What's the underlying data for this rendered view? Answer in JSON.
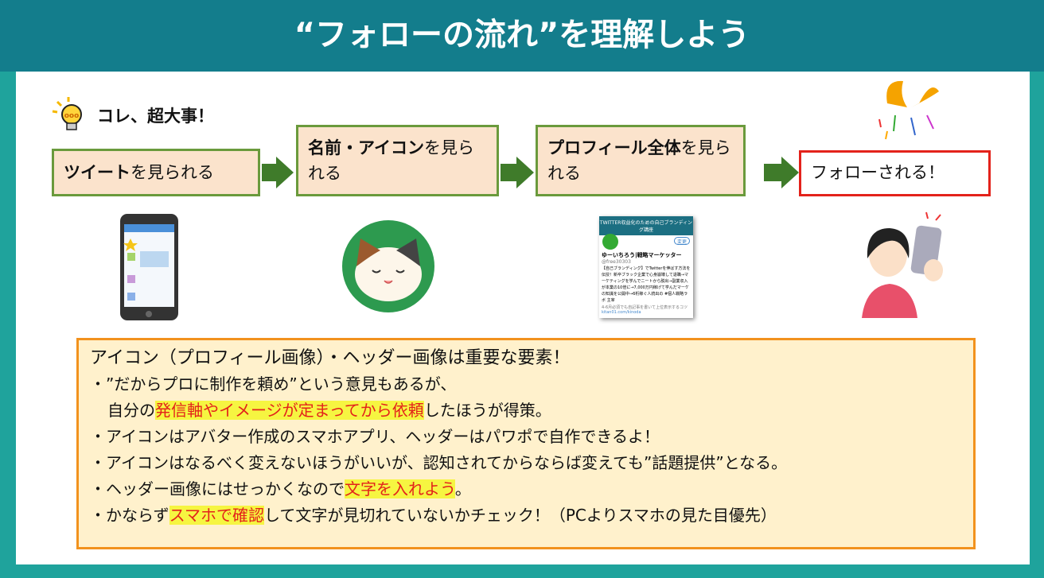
{
  "title": "“フォローの流れ”を理解しよう",
  "tip": "コレ、超大事！",
  "steps": [
    {
      "bold": "ツイート",
      "rest": "を見られる"
    },
    {
      "bold": "名前・アイコン",
      "rest": "を見られる"
    },
    {
      "bold": "プロフィール全体",
      "rest": "を見られる"
    },
    {
      "bold": "",
      "rest": "フォローされる！"
    }
  ],
  "profile_card": {
    "header": "TWITTER収益化のための自己ブランディング講座",
    "follow": "変更",
    "name": "ゆーいちろう|戦略マーケッター",
    "handle": "@free30303",
    "bio": "【自己ブランディング】でTwitterを伸ばす方法を伝授！新卒ブラック企業で心身崩壊して退職→マーケティングを学んでニートから脱出→副業収入が本業の10倍に→7,000万円稼げて学んだマーケの知識を公開中→6桁稼ぐ人続出の #個人戦略ラボ 主宰",
    "note": "4-6月必須でも自記事を書いて上位表示するコツ",
    "link": "kitan01.com/kinoda"
  },
  "info": {
    "title": "アイコン（プロフィール画像）・ヘッダー画像は重要な要素！",
    "l1": "・”だからプロに制作を頼め”という意見もあるが、",
    "l2a": "自分の",
    "l2b": "発信軸やイメージが定まってから依頼",
    "l2c": "したほうが得策。",
    "l3": "・アイコンはアバター作成のスマホアプリ、ヘッダーはパワポで自作できるよ！",
    "l4": "・アイコンはなるべく変えないほうがいいが、認知されてからならば変えても”話題提供”となる。",
    "l5a": "・ヘッダー画像にはせっかくなので",
    "l5b": "文字を入れよう",
    "l5c": "。",
    "l6a": "・かならず",
    "l6b": "スマホで確認",
    "l6c": "して文字が見切れていないかチェック！（PCよりスマホの見た目優先）"
  }
}
